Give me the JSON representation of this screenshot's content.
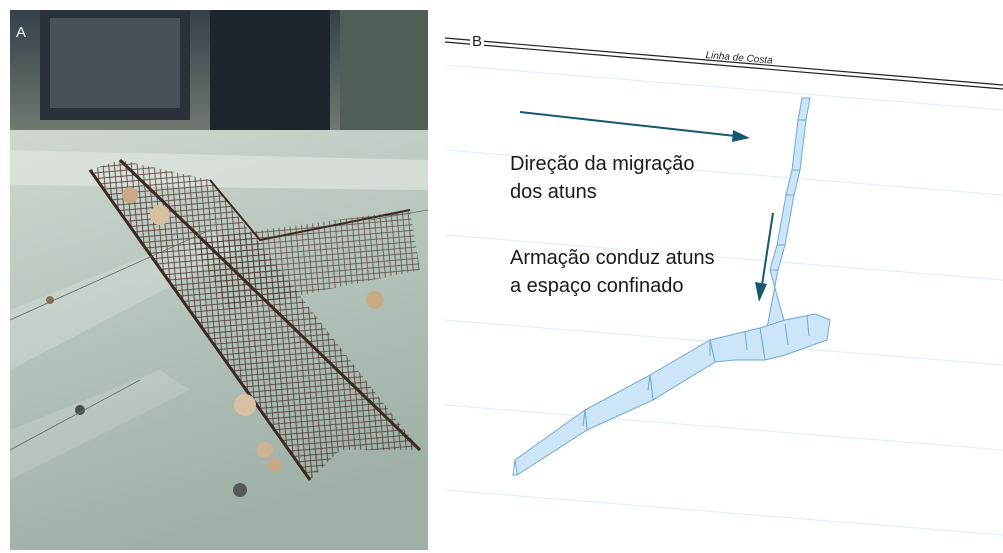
{
  "panel_a": {
    "letter": "A"
  },
  "panel_b": {
    "letter": "B",
    "coastline_label": "Linha de Costa",
    "migration_label": [
      "Direção da migração",
      "dos atuns"
    ],
    "armacao_label": [
      "Armação conduz atuns",
      "a espaço confinado"
    ]
  },
  "colors": {
    "arrow": "#16586e",
    "net_fill": "#cde6f7",
    "net_stroke": "#6fa9d2",
    "water_lines": "#dcecf6",
    "coast_line": "#222222",
    "photo_table": "#b9c8c0",
    "photo_net": "#5a3f36"
  },
  "icons": [
    "migration-arrow-icon",
    "armacao-arrow-icon"
  ]
}
